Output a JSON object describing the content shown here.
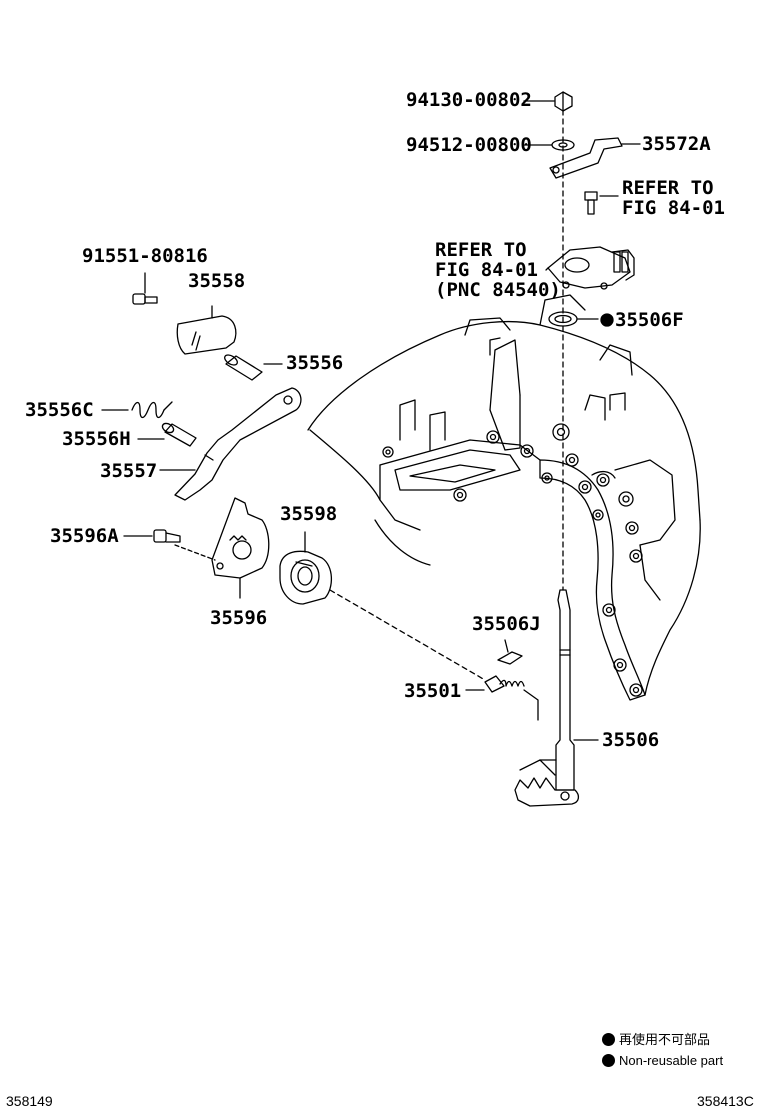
{
  "parts": {
    "p94130": "94130-00802",
    "p94512": "94512-00800",
    "p35572A": "35572A",
    "refer_upper": [
      "REFER TO",
      "FIG 84-01"
    ],
    "refer_lower": [
      "REFER TO",
      "FIG 84-01",
      "(PNC 84540)"
    ],
    "p91551": "91551-80816",
    "p35558": "35558",
    "p35506F": "35506F",
    "p35556": "35556",
    "p35556C": "35556C",
    "p35556H": "35556H",
    "p35557": "35557",
    "p35596A": "35596A",
    "p35598": "35598",
    "p35596": "35596",
    "p35506J": "35506J",
    "p35501": "35501",
    "p35506": "35506"
  },
  "legend": {
    "jp": "再使用不可部品",
    "en": "Non-reusable part"
  },
  "footer": {
    "left_code": "358149",
    "right_code": "358413C"
  }
}
